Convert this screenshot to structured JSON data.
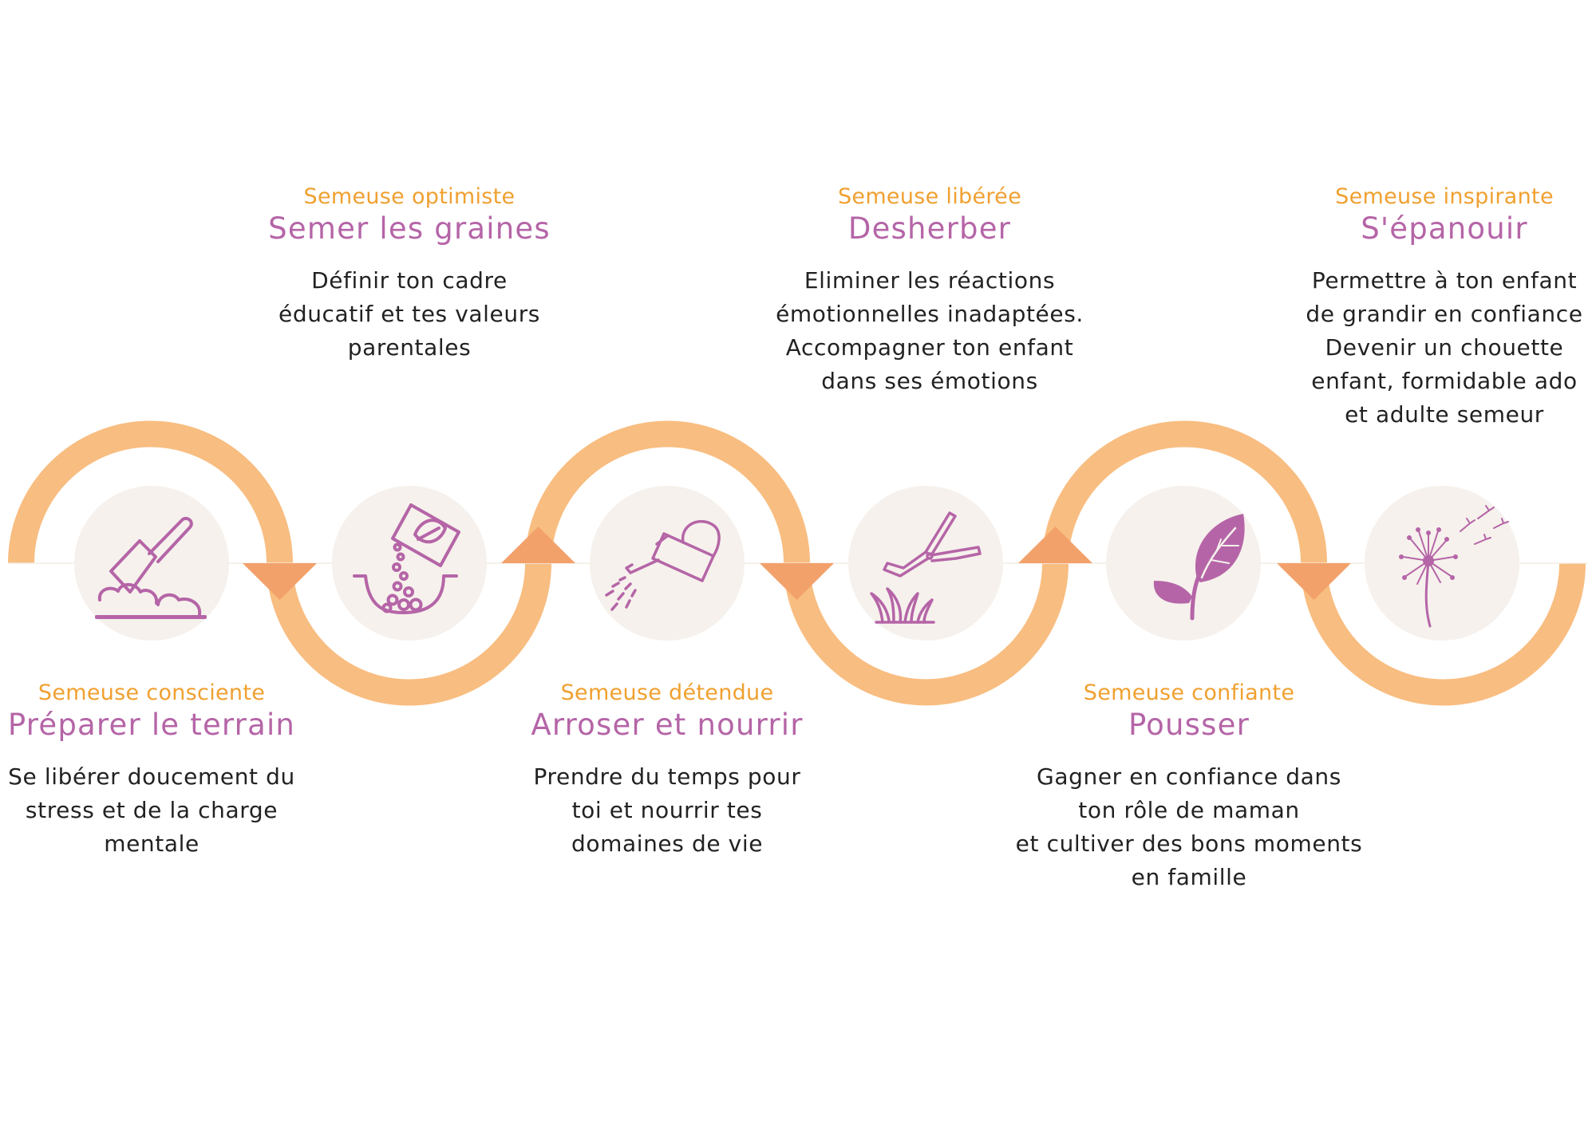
{
  "colors": {
    "arc": "#f8bd80",
    "arrow": "#f3a16a",
    "circle": "#f6f1ec",
    "icon": "#b565a7",
    "subtitle": "#f0a030",
    "title": "#b565a7",
    "text": "#222222"
  },
  "steps": [
    {
      "subtitle": "Semeuse consciente",
      "title": "Préparer le terrain",
      "lines": [
        "Se libérer doucement du",
        "stress et de la charge",
        "mentale"
      ],
      "icon": "trowel-soil-icon"
    },
    {
      "subtitle": "Semeuse optimiste",
      "title": "Semer les graines",
      "lines": [
        "Définir ton cadre",
        "éducatif et tes valeurs",
        "parentales"
      ],
      "icon": "seed-packet-icon"
    },
    {
      "subtitle": "Semeuse détendue",
      "title": "Arroser et nourrir",
      "lines": [
        "Prendre du temps pour",
        "toi et nourrir tes",
        "domaines de vie"
      ],
      "icon": "watering-can-icon"
    },
    {
      "subtitle": "Semeuse libérée",
      "title": "Desherber",
      "lines": [
        "Eliminer les réactions",
        "émotionnelles inadaptées.",
        "Accompagner ton enfant",
        "dans ses émotions"
      ],
      "icon": "hedge-shears-icon"
    },
    {
      "subtitle": "Semeuse confiante",
      "title": "Pousser",
      "lines": [
        "Gagner en confiance dans",
        "ton rôle de maman",
        "et cultiver des bons moments",
        "en famille"
      ],
      "icon": "sprout-icon"
    },
    {
      "subtitle": "Semeuse inspirante",
      "title": "S'épanouir",
      "lines": [
        "Permettre à ton enfant",
        "de grandir en confiance",
        "Devenir un chouette",
        "enfant, formidable ado",
        "et adulte semeur"
      ],
      "icon": "dandelion-icon"
    }
  ]
}
